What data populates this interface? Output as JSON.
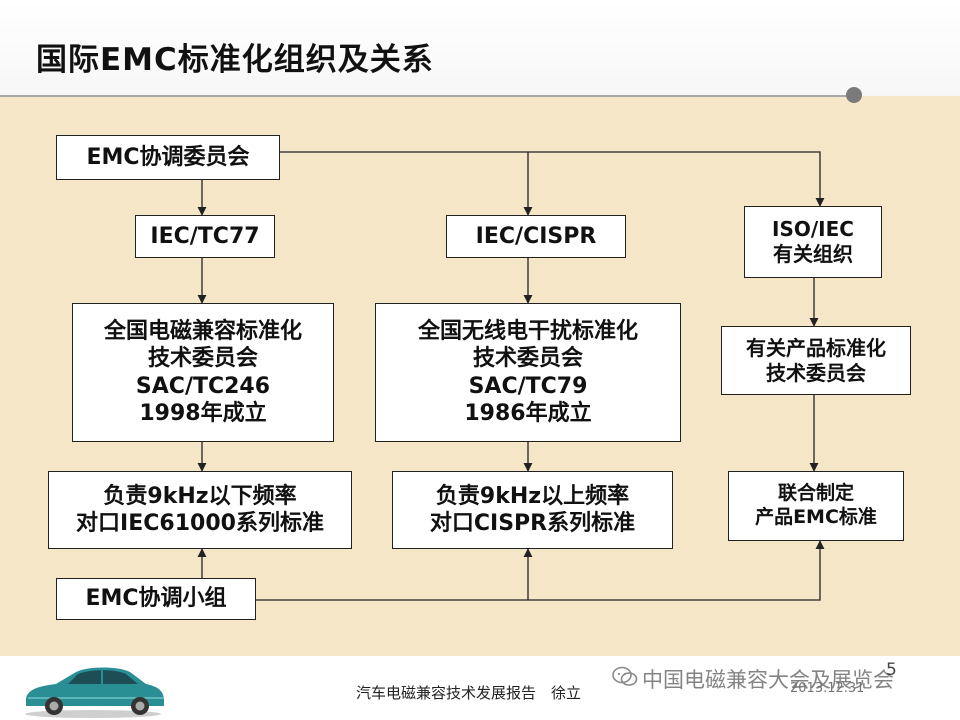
{
  "title": "国际EMC标准化组织及关系",
  "boxes": {
    "emc_committee": "EMC协调委员会",
    "iec_tc77": "IEC/TC77",
    "iec_cispr": "IEC/CISPR",
    "iso_iec": "ISO/IEC\n有关组织",
    "sac_tc246": "全国电磁兼容标准化\n技术委员会\nSAC/TC246\n1998年成立",
    "sac_tc79": "全国无线电干扰标准化\n技术委员会\nSAC/TC79\n1986年成立",
    "product_committee": "有关产品标准化\n技术委员会",
    "below_9k": "负责9kHz以下频率\n对口IEC61000系列标准",
    "above_9k": "负责9kHz以上频率\n对口CISPR系列标准",
    "joint_standard": "联合制定\n产品EMC标准",
    "emc_group": "EMC协调小组"
  },
  "footer": {
    "report": "汽车电磁兼容技术发展报告　徐立",
    "date": "2013.12.31",
    "watermark": "中国电磁兼容大会及展览会",
    "page_number": "5"
  },
  "icons": {
    "car": "car-image",
    "wechat": "wechat-icon"
  }
}
